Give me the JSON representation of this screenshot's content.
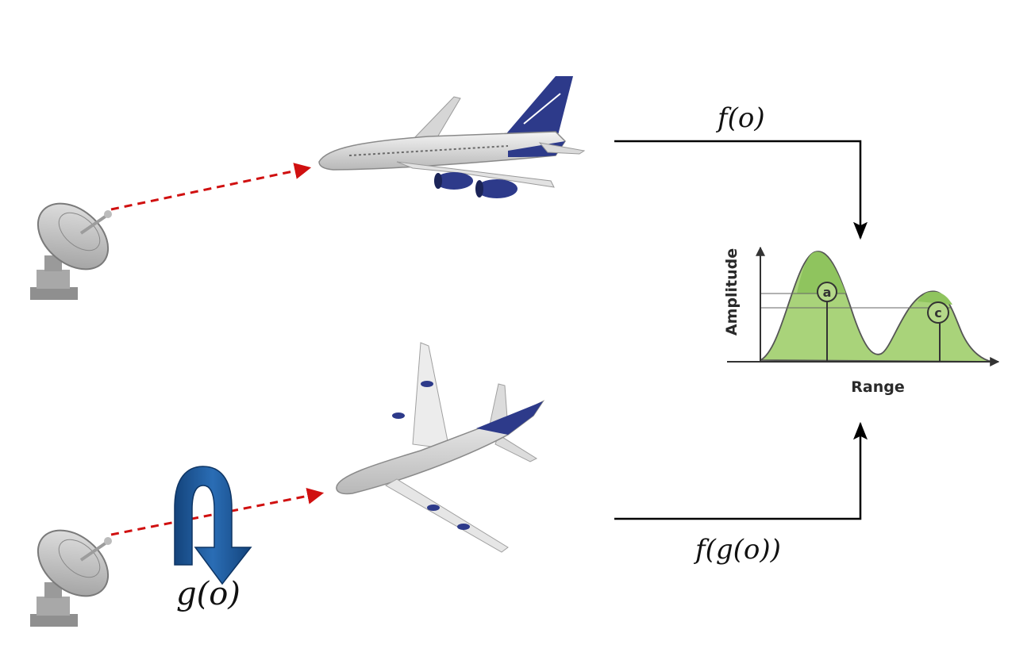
{
  "labels": {
    "top_function": "f(o)",
    "bottom_function": "f(g(o))",
    "transform": "g(o)"
  },
  "plot": {
    "ylabel": "Amplitude",
    "xlabel": "Range",
    "peak_a": "a",
    "peak_c": "c"
  },
  "colors": {
    "beam": "#d01010",
    "rotation_arrow": "#1a5aa0",
    "plot_fill": "#a9d37a",
    "plot_fill_dark": "#8fc45e",
    "airline_livery": "#2d3a8a",
    "connector": "#000000"
  },
  "icons": {
    "radar": "satellite-dish-icon",
    "aircraft": "airplane-icon",
    "rotation": "curved-arrow-icon"
  }
}
